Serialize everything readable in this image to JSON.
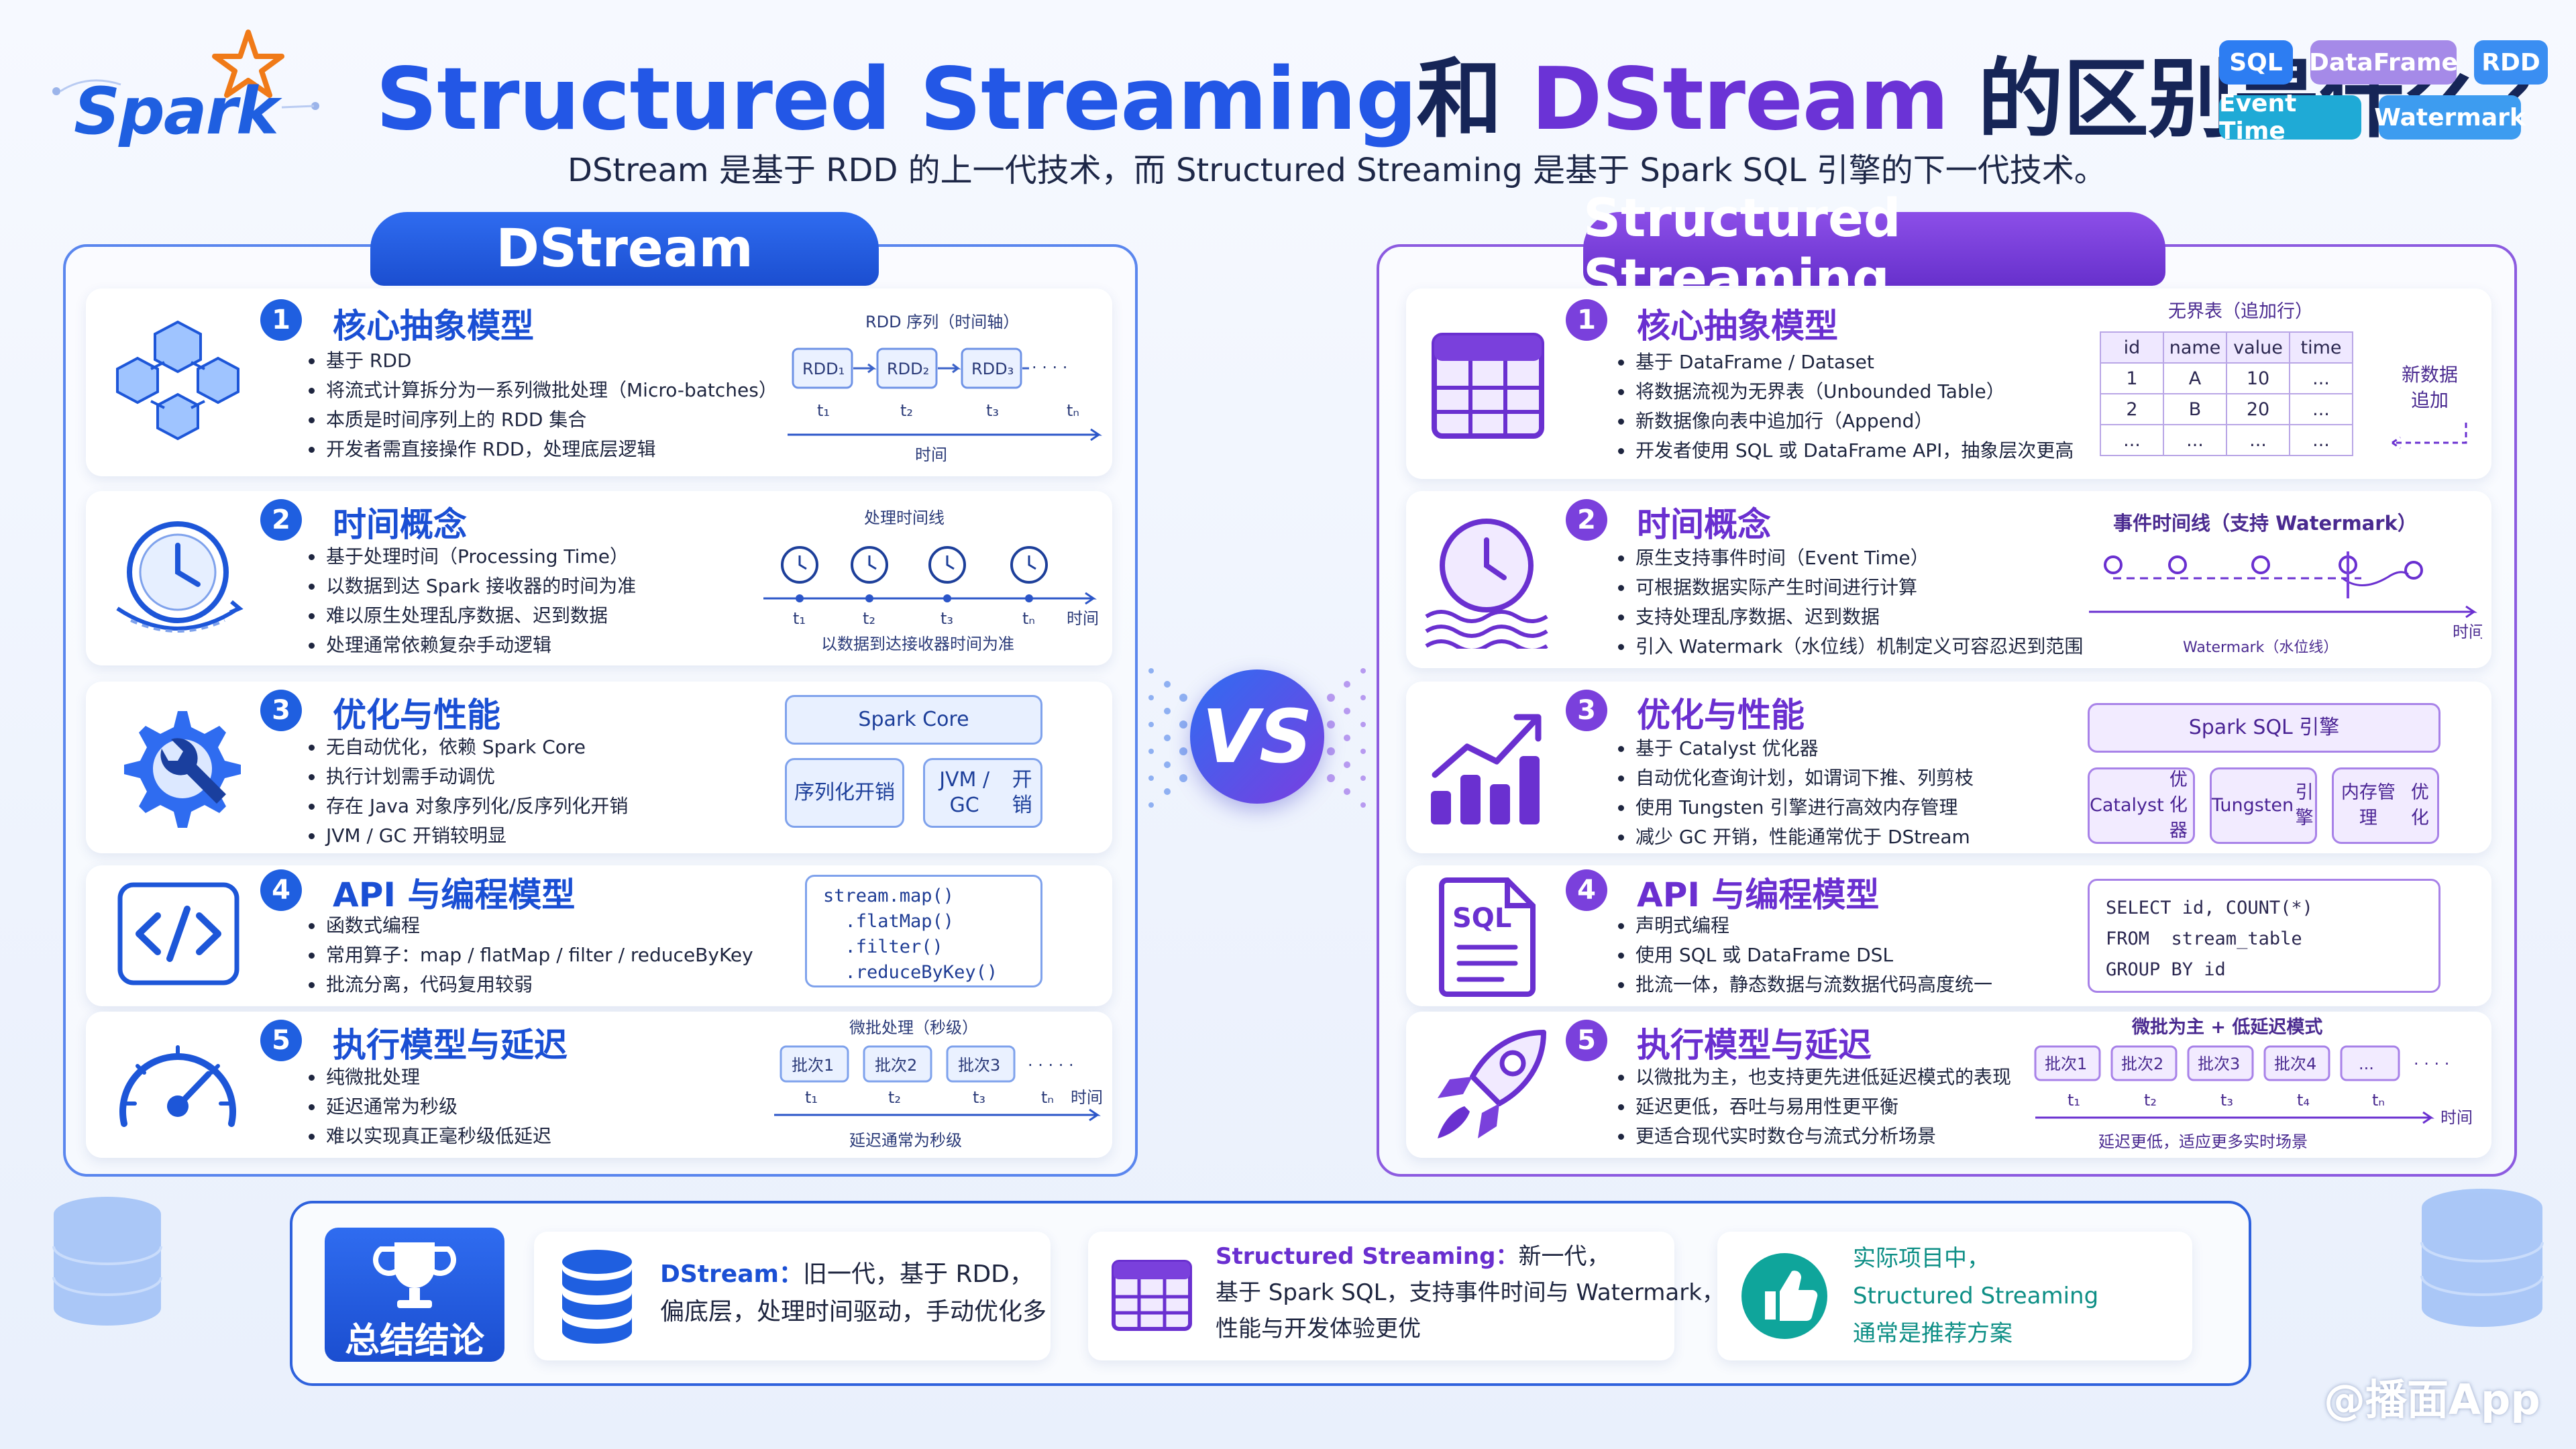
{
  "logo_text": "Spark",
  "title": {
    "part1": "Structured Streaming",
    "part2": "和 ",
    "part3": "DStream",
    "part4": " 的区别是什么？"
  },
  "subtitle": "DStream 是基于 RDD 的上一代技术，而 Structured Streaming 是基于 Spark SQL 引擎的下一代技术。",
  "tags": [
    "SQL",
    "DataFrame",
    "RDD",
    "Event Time",
    "Watermark"
  ],
  "colors": {
    "blue": "#1f5fe0",
    "purple": "#7a40dc"
  },
  "left": {
    "header": "DStream",
    "cards": [
      {
        "num": "1",
        "icon": "cubes-icon",
        "title": "核心抽象模型",
        "bullets": [
          "基于 RDD",
          "将流式计算拆分为一系列微批处理（Micro-batches）",
          "本质是时间序列上的 RDD 集合",
          "开发者需直接操作 RDD，处理底层逻辑"
        ],
        "diagram": {
          "caption": "RDD 序列（时间轴）",
          "items": [
            "RDD₁",
            "RDD₂",
            "RDD₃"
          ],
          "ticks": [
            "t₁",
            "t₂",
            "t₃",
            "tₙ"
          ],
          "axis": "时间"
        }
      },
      {
        "num": "2",
        "icon": "clock-icon",
        "title": "时间概念",
        "bullets": [
          "基于处理时间（Processing Time）",
          "以数据到达 Spark 接收器的时间为准",
          "难以原生处理乱序数据、迟到数据",
          "处理通常依赖复杂手动逻辑"
        ],
        "diagram": {
          "caption": "处理时间线",
          "ticks": [
            "t₁",
            "t₂",
            "t₃",
            "tₙ"
          ],
          "axis": "时间",
          "note": "以数据到达接收器时间为准"
        }
      },
      {
        "num": "3",
        "icon": "gear-wrench-icon",
        "title": "优化与性能",
        "bullets": [
          "无自动优化，依赖 Spark Core",
          "执行计划需手动调优",
          "存在 Java 对象序列化/反序列化开销",
          "JVM / GC 开销较明显"
        ],
        "diagram": {
          "top": "Spark Core",
          "boxes": [
            [
              "序列化",
              "开销"
            ],
            [
              "JVM / GC",
              "开销"
            ]
          ]
        }
      },
      {
        "num": "4",
        "icon": "code-icon",
        "title": "API 与编程模型",
        "bullets": [
          "函数式编程",
          "常用算子：map / flatMap / filter / reduceByKey",
          "批流分离，代码复用较弱"
        ],
        "diagram": {
          "code": [
            "stream.map()",
            "  .flatMap()",
            "  .filter()",
            "  .reduceByKey()"
          ]
        }
      },
      {
        "num": "5",
        "icon": "speedometer-icon",
        "title": "执行模型与延迟",
        "bullets": [
          "纯微批处理",
          "延迟通常为秒级",
          "难以实现真正毫秒级低延迟"
        ],
        "diagram": {
          "caption": "微批处理（秒级）",
          "items": [
            "批次1",
            "批次2",
            "批次3"
          ],
          "ticks": [
            "t₁",
            "t₂",
            "t₃",
            "tₙ"
          ],
          "axis": "时间",
          "note": "延迟通常为秒级"
        }
      }
    ]
  },
  "right": {
    "header": "Structured Streaming",
    "cards": [
      {
        "num": "1",
        "icon": "table-icon",
        "title": "核心抽象模型",
        "bullets": [
          "基于 DataFrame / Dataset",
          "将数据流视为无界表（Unbounded Table）",
          "新数据像向表中追加行（Append）",
          "开发者使用 SQL 或 DataFrame API，抽象层次更高"
        ],
        "diagram": {
          "caption": "无界表（追加行）",
          "headers": [
            "id",
            "name",
            "value",
            "time"
          ],
          "rows": [
            [
              "1",
              "A",
              "10",
              "..."
            ],
            [
              "2",
              "B",
              "20",
              "..."
            ],
            [
              "...",
              "...",
              "...",
              "..."
            ]
          ],
          "side_note": [
            "新数据",
            "追加"
          ]
        }
      },
      {
        "num": "2",
        "icon": "clock-waves-icon",
        "title": "时间概念",
        "bullets": [
          "原生支持事件时间（Event Time）",
          "可根据数据实际产生时间进行计算",
          "支持处理乱序数据、迟到数据",
          "引入 Watermark（水位线）机制定义可容忍迟到范围"
        ],
        "diagram": {
          "caption": "事件时间线（支持 Watermark）",
          "axis": "时间",
          "note": "Watermark（水位线）"
        }
      },
      {
        "num": "3",
        "icon": "bar-chart-icon",
        "title": "优化与性能",
        "bullets": [
          "基于 Catalyst 优化器",
          "自动优化查询计划，如谓词下推、列剪枝",
          "使用 Tungsten 引擎进行高效内存管理",
          "减少 GC 开销，性能通常优于 DStream"
        ],
        "diagram": {
          "top": "Spark SQL 引擎",
          "boxes": [
            [
              "Catalyst",
              "优化器"
            ],
            [
              "Tungsten",
              "引擎"
            ],
            [
              "内存管理",
              "优化"
            ]
          ]
        }
      },
      {
        "num": "4",
        "icon": "sql-file-icon",
        "title": "API 与编程模型",
        "bullets": [
          "声明式编程",
          "使用 SQL 或 DataFrame DSL",
          "批流一体，静态数据与流数据代码高度统一"
        ],
        "diagram": {
          "code": [
            "SELECT id, COUNT(*)",
            "FROM  stream_table",
            "GROUP BY id"
          ]
        }
      },
      {
        "num": "5",
        "icon": "rocket-icon",
        "title": "执行模型与延迟",
        "bullets": [
          "以微批为主，也支持更先进低延迟模式的表现",
          "延迟更低，吞吐与易用性更平衡",
          "更适合现代实时数仓与流式分析场景"
        ],
        "diagram": {
          "caption": "微批为主 + 低延迟模式",
          "items": [
            "批次1",
            "批次2",
            "批次3",
            "批次4",
            "..."
          ],
          "ticks": [
            "t₁",
            "t₂",
            "t₃",
            "t₄",
            "tₙ"
          ],
          "axis": "时间",
          "note": "延迟更低，适应更多实时场景"
        }
      }
    ]
  },
  "vs": "VS",
  "summary": {
    "label": "总结结论",
    "c1_bold": "DStream：",
    "c1_l1": "旧一代，基于 RDD，",
    "c1_l2": "偏底层，处理时间驱动，手动优化多",
    "c2_bold": "Structured Streaming：",
    "c2_l1": "新一代，",
    "c2_l2": "基于 Spark SQL，支持事件时间与 Watermark，",
    "c2_l3": "性能与开发体验更优",
    "c3_l1": "实际项目中，",
    "c3_l2": "Structured Streaming",
    "c3_l3": "通常是推荐方案"
  },
  "watermark": "@播面App"
}
